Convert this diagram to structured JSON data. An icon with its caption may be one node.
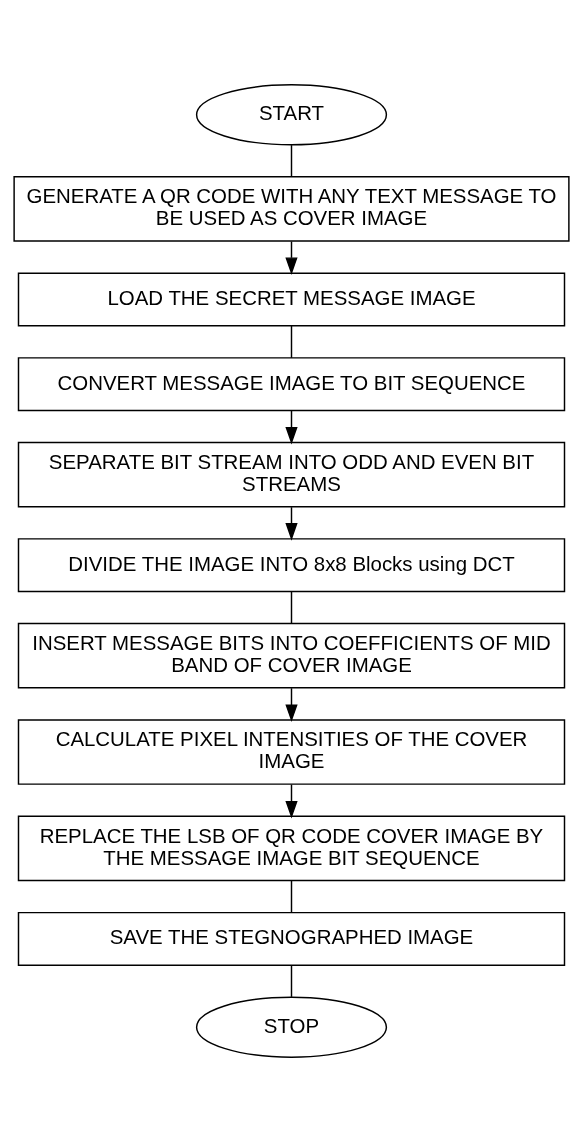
{
  "diagram": {
    "nodes": [
      {
        "text": [
          "START"
        ]
      },
      {
        "text": [
          "GENERATE A QR CODE WITH ANY TEXT MESSAGE TO BE USED AS COVER IMAGE"
        ]
      },
      {
        "text": [
          "LOAD THE SECRET MESSAGE IMAGE"
        ]
      },
      {
        "text": [
          "CONVERT MESSAGE IMAGE TO BIT SEQUENCE"
        ]
      },
      {
        "text": [
          "SEPARATE BIT STREAM INTO ODD AND EVEN BIT STREAMS"
        ]
      },
      {
        "text": [
          "DIVIDE THE IMAGE INTO 8x8 Blocks using DCT"
        ]
      },
      {
        "text": [
          "INSERT MESSAGE BITS INTO COEFFICIENTS OF MID BAND OF COVER IMAGE"
        ]
      },
      {
        "text": [
          "CALCULATE PIXEL INTENSITIES OF THE COVER IMAGE"
        ]
      },
      {
        "text": [
          "REPLACE THE LSB OF QR CODE COVER IMAGE BY THE MESSAGE IMAGE BIT SEQUENCE"
        ]
      },
      {
        "text": [
          "SAVE THE STEGNOGRAPHED IMAGE"
        ]
      },
      {
        "text": [
          "STOP"
        ]
      }
    ],
    "edges": [
      {
        "from": 0,
        "to": 1,
        "arrow": "none"
      },
      {
        "from": 1,
        "to": 2,
        "arrow": "to"
      },
      {
        "from": 2,
        "to": 3,
        "arrow": "none"
      },
      {
        "from": 3,
        "to": 4,
        "arrow": "to"
      },
      {
        "from": 4,
        "to": 5,
        "arrow": "to"
      },
      {
        "from": 5,
        "to": 6,
        "arrow": "none"
      },
      {
        "from": 6,
        "to": 7,
        "arrow": "to"
      },
      {
        "from": 7,
        "to": 8,
        "arrow": "to"
      },
      {
        "from": 8,
        "to": 9,
        "arrow": "none"
      },
      {
        "from": 9,
        "to": 10,
        "arrow": "none"
      }
    ]
  }
}
